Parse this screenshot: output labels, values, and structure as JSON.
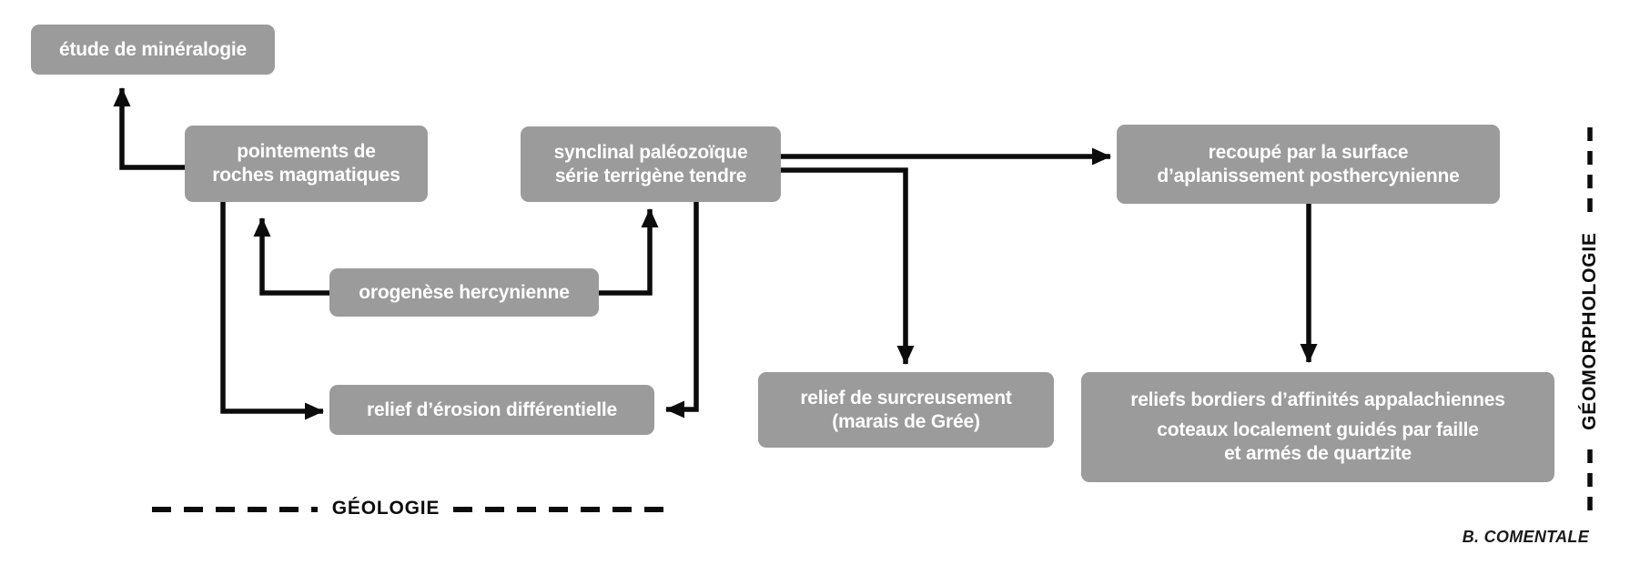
{
  "diagram": {
    "type": "flowchart",
    "nodes": [
      {
        "id": "etude-de-mineralogie",
        "lines": [
          "étude de minéralogie"
        ]
      },
      {
        "id": "pointements-de-roches-magmatiques",
        "lines": [
          "pointements de",
          "roches magmatiques"
        ]
      },
      {
        "id": "synclinal-paleozoique",
        "lines": [
          "synclinal paléozoïque",
          "série terrigène tendre"
        ]
      },
      {
        "id": "recoupe-par-la-surface",
        "lines": [
          "recoupé par la surface",
          "d’aplanissement posthercynienne"
        ]
      },
      {
        "id": "orogenese-hercynienne",
        "lines": [
          "orogenèse hercynienne"
        ]
      },
      {
        "id": "relief-d-erosion-differentielle",
        "lines": [
          "relief d’érosion différentielle"
        ]
      },
      {
        "id": "relief-de-surcreusement",
        "lines": [
          "relief de surcreusement",
          "(marais de Grée)"
        ]
      },
      {
        "id": "reliefs-bordiers",
        "lines": [
          "reliefs bordiers d’affinités appalachiennes",
          "coteaux localement guidés par faille",
          "et armés de quartzite"
        ]
      }
    ],
    "edges": [
      {
        "from": "pointements-de-roches-magmatiques",
        "to": "etude-de-mineralogie"
      },
      {
        "from": "orogenese-hercynienne",
        "to": "pointements-de-roches-magmatiques"
      },
      {
        "from": "pointements-de-roches-magmatiques",
        "to": "relief-d-erosion-differentielle"
      },
      {
        "from": "orogenese-hercynienne",
        "to": "synclinal-paleozoique"
      },
      {
        "from": "synclinal-paleozoique",
        "to": "relief-d-erosion-differentielle"
      },
      {
        "from": "synclinal-paleozoique",
        "to": "recoupe-par-la-surface"
      },
      {
        "from": "synclinal-paleozoique",
        "to": "relief-de-surcreusement"
      },
      {
        "from": "recoupe-par-la-surface",
        "to": "reliefs-bordiers"
      }
    ],
    "section_labels": {
      "geologie": "GÉOLOGIE",
      "geomorphologie": "GÉOMORPHOLOGIE"
    },
    "credit": "B. COMENTALE",
    "colors": {
      "box_fill": "#9b9b9b",
      "box_text": "#ffffff",
      "line": "#0c0c0c",
      "background": "#ffffff"
    }
  }
}
